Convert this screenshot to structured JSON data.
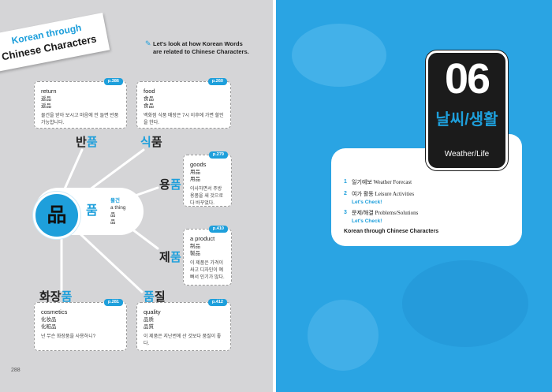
{
  "left_page": {
    "ribbon": {
      "line1": "Korean through",
      "line2": "Chinese Characters"
    },
    "intro": {
      "line1": "Let's look at how Korean Words",
      "line2": "are related to Chinese Characters."
    },
    "center": {
      "hanja": "品",
      "reading": "품",
      "meaning_ko": "물건",
      "meaning_en": "a thing",
      "hanja_1": "品",
      "hanja_2": "品"
    },
    "words": {
      "return": {
        "word_pre": "반",
        "word_hl": "품",
        "page": "p.386",
        "english": "return",
        "hanja_1": "返品",
        "hanja_2": "返品",
        "example": "물건을 받아 보시고 마음에 안 들면 반품 가능합니다."
      },
      "food": {
        "word_hl": "식",
        "word_post": "품",
        "page": "p.260",
        "english": "food",
        "hanja_1": "食品",
        "hanja_2": "食品",
        "example": "백화점 식품 매장은 7시 이후에 가면 할인을 한다."
      },
      "goods": {
        "word_pre": "용",
        "word_hl": "품",
        "page": "p.279",
        "english": "goods",
        "hanja_1": "用品",
        "hanja_2": "用品",
        "example": "이사하면서 주방용품을 새 것으로 다 바꾸었다."
      },
      "product": {
        "word_pre": "제",
        "word_hl": "품",
        "page": "p.410",
        "english": "a product",
        "hanja_1": "制品",
        "hanja_2": "製品",
        "example": "이 제품은 가격이 싸고 디자인이 예뻐서 인기가 많다."
      },
      "cosmetics": {
        "word_pre": "화장",
        "word_hl": "품",
        "page": "p.281",
        "english": "cosmetics",
        "hanja_1": "化妆品",
        "hanja_2": "化粧品",
        "example": "넌 무슨 화장품을 사용하니?"
      },
      "quality": {
        "word_hl": "품",
        "word_post": "질",
        "page": "p.412",
        "english": "quality",
        "hanja_1": "品质",
        "hanja_2": "品質",
        "example": "이 제품은 지난번에 산 것보다 품질이 좋다."
      }
    },
    "page_number": "288"
  },
  "right_page": {
    "chapter": {
      "number": "06",
      "title_ko": "날씨/생활",
      "title_en": "Weather/Life"
    },
    "toc": [
      {
        "no": "1",
        "ko": "일기예보",
        "en": "Weather Forecast",
        "check": ""
      },
      {
        "no": "2",
        "ko": "여가 활동",
        "en": "Leisure Activities",
        "check": "Let's Check!"
      },
      {
        "no": "3",
        "ko": "문제/해결",
        "en": "Problems/Solutions",
        "check": "Let's Check!"
      }
    ],
    "toc_footer": "Korean through Chinese Characters"
  },
  "colors": {
    "accent": "#1e9fdb",
    "left_bg": "#d5d5d7",
    "right_bg": "#2aa4e3",
    "card_dark": "#1b1b1b"
  }
}
